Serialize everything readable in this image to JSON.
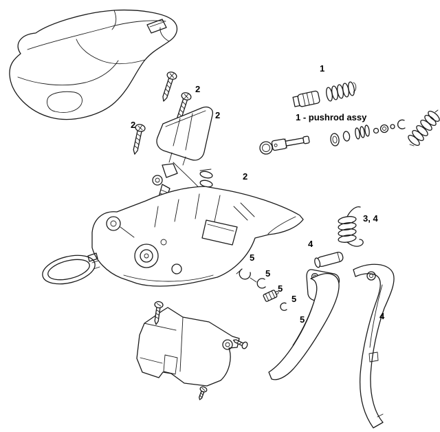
{
  "diagram": {
    "colors": {
      "line": "#1a1a1a",
      "background": "#ffffff"
    },
    "labels": [
      {
        "id": "callout-1",
        "text": "1"
      },
      {
        "id": "callout-1-caption",
        "text": "1 - pushrod assy"
      },
      {
        "id": "callout-2-screw-a",
        "text": "2"
      },
      {
        "id": "callout-2-housing",
        "text": "2"
      },
      {
        "id": "callout-2-screw-b",
        "text": "2"
      },
      {
        "id": "callout-2-body",
        "text": "2"
      },
      {
        "id": "callout-3-4-spring",
        "text": "3, 4"
      },
      {
        "id": "callout-4-pin",
        "text": "4"
      },
      {
        "id": "callout-4-blade",
        "text": "4"
      },
      {
        "id": "callout-5-a",
        "text": "5"
      },
      {
        "id": "callout-5-b",
        "text": "5"
      },
      {
        "id": "callout-5-c",
        "text": "5"
      },
      {
        "id": "callout-5-d",
        "text": "5"
      },
      {
        "id": "callout-5-paddle",
        "text": "5"
      }
    ]
  }
}
